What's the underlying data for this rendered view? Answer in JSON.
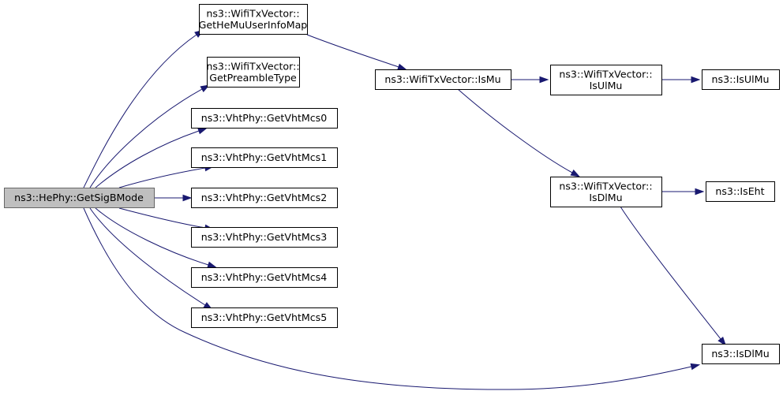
{
  "graph": {
    "nodes": {
      "root": {
        "lines": [
          "ns3::HePhy::GetSigBMode"
        ]
      },
      "heMuMap": {
        "lines": [
          "ns3::WifiTxVector::",
          "GetHeMuUserInfoMap"
        ]
      },
      "preamble": {
        "lines": [
          "ns3::WifiTxVector::",
          "GetPreambleType"
        ]
      },
      "vht0": {
        "lines": [
          "ns3::VhtPhy::GetVhtMcs0"
        ]
      },
      "vht1": {
        "lines": [
          "ns3::VhtPhy::GetVhtMcs1"
        ]
      },
      "vht2": {
        "lines": [
          "ns3::VhtPhy::GetVhtMcs2"
        ]
      },
      "vht3": {
        "lines": [
          "ns3::VhtPhy::GetVhtMcs3"
        ]
      },
      "vht4": {
        "lines": [
          "ns3::VhtPhy::GetVhtMcs4"
        ]
      },
      "vht5": {
        "lines": [
          "ns3::VhtPhy::GetVhtMcs5"
        ]
      },
      "isMu": {
        "lines": [
          "ns3::WifiTxVector::IsMu"
        ]
      },
      "isUlMuTx": {
        "lines": [
          "ns3::WifiTxVector::",
          "IsUlMu"
        ]
      },
      "isDlMuTx": {
        "lines": [
          "ns3::WifiTxVector::",
          "IsDlMu"
        ]
      },
      "isUlMu": {
        "lines": [
          "ns3::IsUlMu"
        ]
      },
      "isEht": {
        "lines": [
          "ns3::IsEht"
        ]
      },
      "isDlMu": {
        "lines": [
          "ns3::IsDlMu"
        ]
      }
    },
    "edges": [
      {
        "from": "root",
        "to": "heMuMap"
      },
      {
        "from": "root",
        "to": "preamble"
      },
      {
        "from": "root",
        "to": "vht0"
      },
      {
        "from": "root",
        "to": "vht1"
      },
      {
        "from": "root",
        "to": "vht2"
      },
      {
        "from": "root",
        "to": "vht3"
      },
      {
        "from": "root",
        "to": "vht4"
      },
      {
        "from": "root",
        "to": "vht5"
      },
      {
        "from": "root",
        "to": "isDlMu"
      },
      {
        "from": "heMuMap",
        "to": "isMu"
      },
      {
        "from": "isMu",
        "to": "isUlMuTx"
      },
      {
        "from": "isMu",
        "to": "isDlMuTx"
      },
      {
        "from": "isUlMuTx",
        "to": "isUlMu"
      },
      {
        "from": "isDlMuTx",
        "to": "isEht"
      },
      {
        "from": "isDlMuTx",
        "to": "isDlMu"
      }
    ]
  }
}
